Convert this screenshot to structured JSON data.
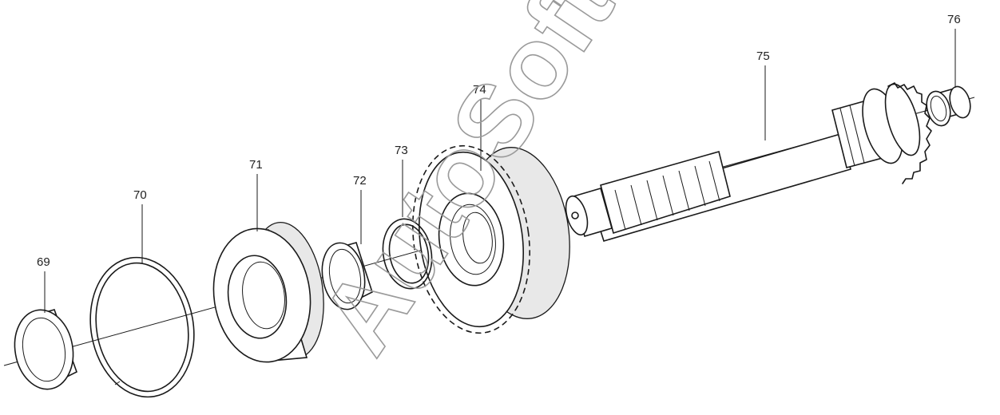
{
  "watermark": "AutoSoft",
  "colors": {
    "ink": "#1a1a1a",
    "watermark": "#9a9a9a",
    "background": "#ffffff"
  },
  "callouts": [
    {
      "id": "69",
      "label": "69"
    },
    {
      "id": "70",
      "label": "70"
    },
    {
      "id": "71",
      "label": "71"
    },
    {
      "id": "72",
      "label": "72"
    },
    {
      "id": "73",
      "label": "73"
    },
    {
      "id": "74",
      "label": "74"
    },
    {
      "id": "75",
      "label": "75"
    },
    {
      "id": "76",
      "label": "76"
    }
  ]
}
